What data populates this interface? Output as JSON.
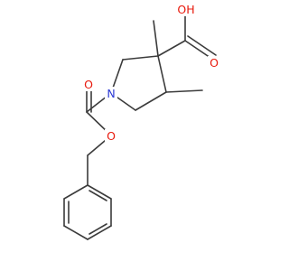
{
  "colors": {
    "bond": "#3b3b3b",
    "oxygen": "#e8190c",
    "nitrogen": "#2b39d4",
    "background": "#ffffff"
  },
  "atoms": {
    "n1": {
      "label": "N"
    },
    "o_ester": {
      "label": "O"
    },
    "o_carbamate": {
      "label": "O"
    },
    "o_acid": {
      "label": "O"
    },
    "oh_acid": {
      "label": "OH"
    }
  }
}
